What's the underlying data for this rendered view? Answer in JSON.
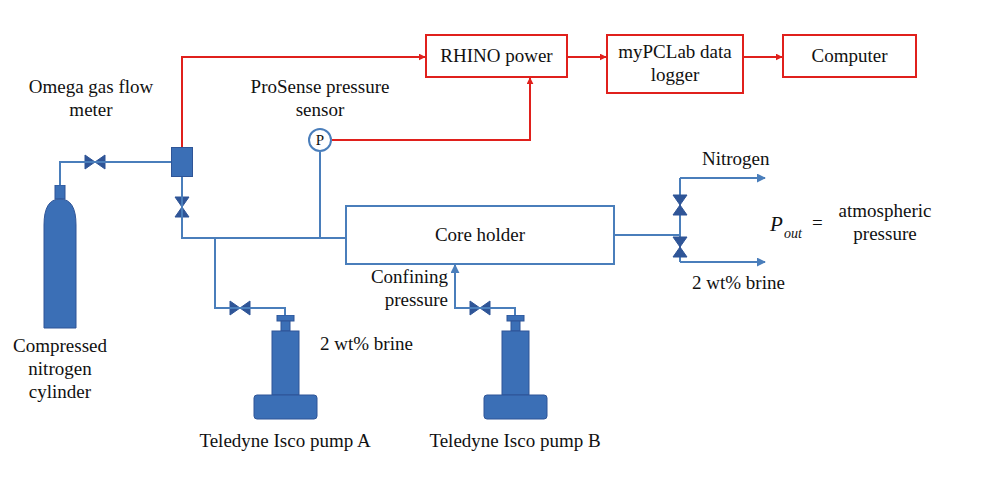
{
  "diagram": {
    "nodes": [
      {
        "text": [
          "RHINO power"
        ]
      },
      {
        "text": [
          "myPCLab data logger"
        ]
      },
      {
        "text": [
          "Computer"
        ]
      },
      {
        "text": [
          "Omega gas flow meter"
        ]
      },
      {
        "text": [
          "ProSense pressure sensor",
          "P"
        ]
      },
      {
        "text": [
          "Core holder"
        ]
      },
      {
        "text": [
          "Compressed nitrogen cylinder"
        ]
      },
      {
        "text": [
          "2 wt% brine",
          "Teledyne Isco pump A"
        ]
      },
      {
        "text": [
          "Teledyne Isco pump B"
        ]
      }
    ],
    "edges": [
      {
        "from": 3,
        "to": 0,
        "arrow": "to"
      },
      {
        "from": 4,
        "to": 0,
        "arrow": "to"
      },
      {
        "from": 0,
        "to": 1,
        "arrow": "to"
      },
      {
        "from": 1,
        "to": 2,
        "arrow": "to"
      },
      {
        "from": 6,
        "to": 3,
        "arrow": "none"
      },
      {
        "from": 3,
        "to": 5,
        "arrow": "none"
      },
      {
        "from": 4,
        "to": 5,
        "arrow": "none"
      },
      {
        "from": 7,
        "to": 5,
        "arrow": "none"
      },
      {
        "from": 8,
        "to": 5,
        "label": "Confining pressure",
        "arrow": "to"
      }
    ],
    "labels": [
      "Nitrogen",
      "2 wt% brine",
      "P",
      "out",
      "=",
      "atmospheric pressure"
    ]
  }
}
